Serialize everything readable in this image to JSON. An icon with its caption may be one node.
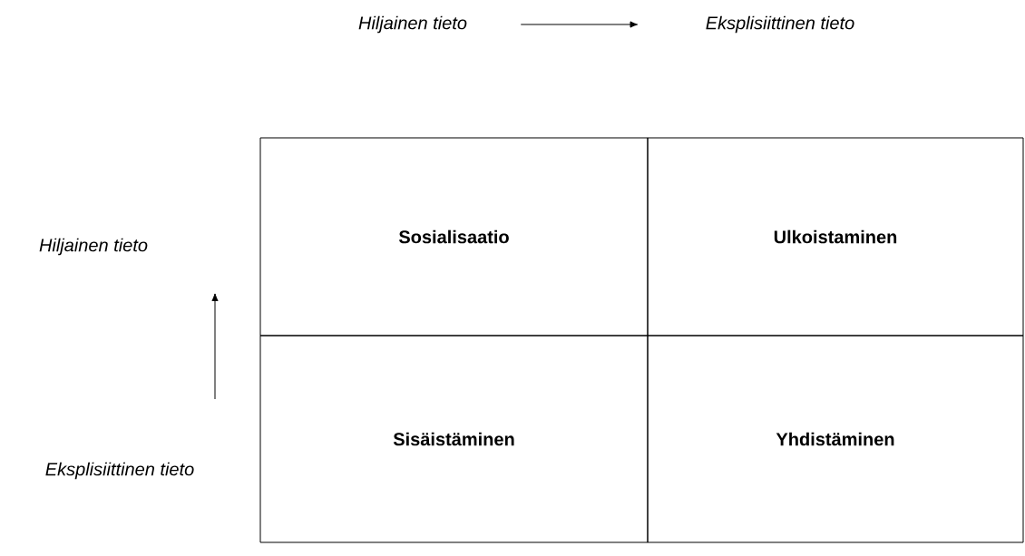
{
  "diagram": {
    "nodes": [
      {
        "text": [
          "Hiljainen tieto"
        ]
      },
      {
        "text": [
          "Eksplisiittinen tieto"
        ]
      },
      {
        "text": [
          "Hiljainen tieto"
        ]
      },
      {
        "text": [
          "Sosialisaatio"
        ]
      },
      {
        "text": [
          "Ulkoistaminen"
        ]
      },
      {
        "text": [
          "Eksplisiittinen tieto"
        ]
      },
      {
        "text": [
          "Sisäistäminen"
        ]
      },
      {
        "text": [
          "Yhdistäminen"
        ]
      }
    ],
    "edges": [
      {
        "from": 0,
        "to": 1,
        "arrow": "to"
      }
    ]
  }
}
